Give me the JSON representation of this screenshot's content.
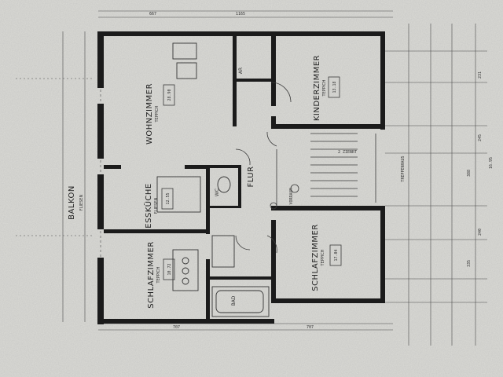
{
  "plan": {
    "rooms": [
      {
        "id": "balkon",
        "name": "BALKON",
        "floor": "FLIESEN"
      },
      {
        "id": "wohnzimmer",
        "name": "WOHNZIMMER",
        "floor": "TEPPICH"
      },
      {
        "id": "esskueche",
        "name": "ESSKÜCHE",
        "floor": "FLIESEN"
      },
      {
        "id": "schlafzimmer1",
        "name": "SCHLAFZIMMER",
        "floor": "TEPPICH"
      },
      {
        "id": "kinderzimmer",
        "name": "KINDERZIMMER",
        "floor": "TEPPICH"
      },
      {
        "id": "schlafzimmer2",
        "name": "SCHLAFZIMMER",
        "floor": "TEPPICH"
      },
      {
        "id": "flur",
        "name": "FLUR",
        "floor": ""
      },
      {
        "id": "wc",
        "name": "WC",
        "floor": ""
      },
      {
        "id": "bad",
        "name": "BAD",
        "floor": ""
      },
      {
        "id": "ar",
        "name": "AR",
        "floor": ""
      }
    ],
    "annotations": {
      "treppenhaus": "TREPPENHAUS",
      "vorraum": "VORRAUM",
      "dim_top_left": "667",
      "dim_top_mid": "1165",
      "dim_bottom_left": "707",
      "dim_bottom_right": "707",
      "dim_right_1": "231",
      "dim_right_2": "245",
      "dim_right_3": "388",
      "dim_right_4": "240",
      "dim_right_5": "335",
      "dim_right_6": "16.95",
      "dim_stair": "2 ZIEBRT",
      "area_wohn": "28.90",
      "area_kinder": "13.18",
      "area_kueche": "12.55",
      "area_schlaf1": "10.72",
      "area_schlaf2": "17.04"
    }
  }
}
